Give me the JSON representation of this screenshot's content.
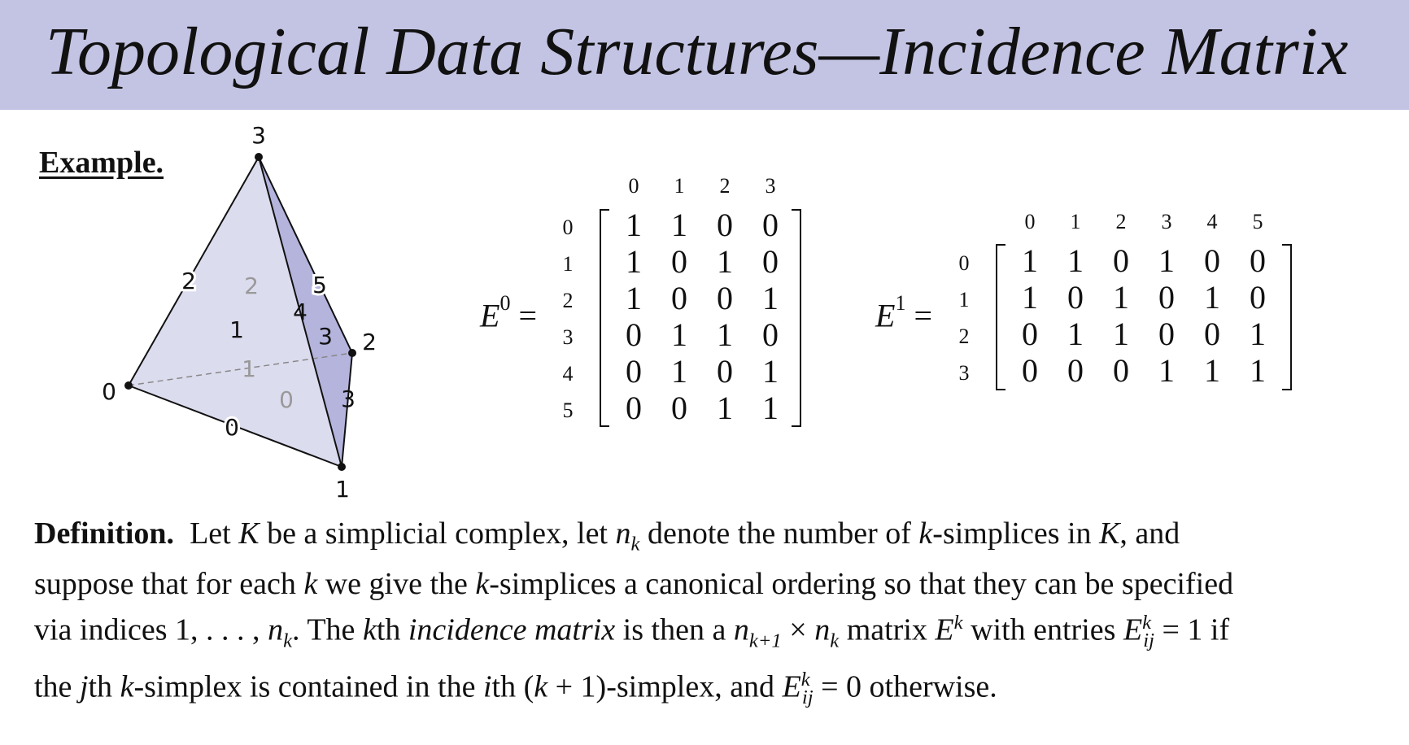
{
  "title": "Topological Data Structures—Incidence Matrix",
  "example_label": "Example.",
  "figure": {
    "vertex_labels": [
      "0",
      "1",
      "2",
      "3"
    ],
    "edge_labels": [
      "0",
      "1",
      "2",
      "3",
      "4",
      "5"
    ],
    "face_labels": [
      "0",
      "1",
      "2",
      "3"
    ]
  },
  "matrices": [
    {
      "name": "E",
      "superscript": "0",
      "col_headers": [
        "0",
        "1",
        "2",
        "3"
      ],
      "row_headers": [
        "0",
        "1",
        "2",
        "3",
        "4",
        "5"
      ],
      "rows": [
        [
          "1",
          "1",
          "0",
          "0"
        ],
        [
          "1",
          "0",
          "1",
          "0"
        ],
        [
          "1",
          "0",
          "0",
          "1"
        ],
        [
          "0",
          "1",
          "1",
          "0"
        ],
        [
          "0",
          "1",
          "0",
          "1"
        ],
        [
          "0",
          "0",
          "1",
          "1"
        ]
      ]
    },
    {
      "name": "E",
      "superscript": "1",
      "col_headers": [
        "0",
        "1",
        "2",
        "3",
        "4",
        "5"
      ],
      "row_headers": [
        "0",
        "1",
        "2",
        "3"
      ],
      "rows": [
        [
          "1",
          "1",
          "0",
          "1",
          "0",
          "0"
        ],
        [
          "1",
          "0",
          "1",
          "0",
          "1",
          "0"
        ],
        [
          "0",
          "1",
          "1",
          "0",
          "0",
          "1"
        ],
        [
          "0",
          "0",
          "0",
          "1",
          "1",
          "1"
        ]
      ]
    }
  ],
  "definition": {
    "label": "Definition.",
    "t1": "Let ",
    "K": "K",
    "t2": " be a simplicial complex, let ",
    "n": "n",
    "k": "k",
    "t3": " denote the number of ",
    "t4": "-simplices in ",
    "t5": ", and suppose that for each ",
    "t6": " we give the ",
    "t7": "-simplices a canonical ordering so that they can be specified via indices 1, . . . , ",
    "t8": ". The ",
    "t9": "th ",
    "term": "incidence matrix",
    "t10": " is then a ",
    "k1": "k+1",
    "t11": " × ",
    "t12": " matrix ",
    "E": "E",
    "t13": " with entries ",
    "ij": "ij",
    "t14": " = 1 if the ",
    "j": "j",
    "t15": "th ",
    "t16": "-simplex is contained in the ",
    "i": "i",
    "t17": "th (",
    "t18": " + 1)-simplex, and ",
    "t19": " = 0 otherwise."
  }
}
